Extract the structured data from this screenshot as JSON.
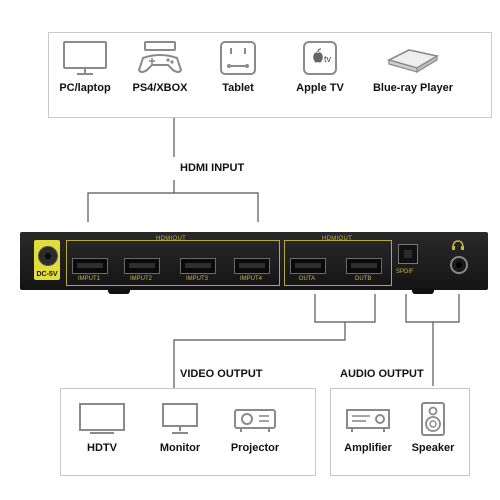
{
  "inputs": {
    "devices": [
      {
        "label": "PC/laptop",
        "icon": "monitor-icon"
      },
      {
        "label": "PS4/XBOX",
        "icon": "game-console-icon"
      },
      {
        "label": "Tablet",
        "icon": "tablet-icon"
      },
      {
        "label": "Apple TV",
        "icon": "apple-tv-icon"
      },
      {
        "label": "Blue-ray Player",
        "icon": "bluray-player-icon"
      }
    ],
    "apple_tv_text": "tv"
  },
  "titles": {
    "hdmi_input": "HDMI INPUT",
    "video_output": "VIDEO OUTPUT",
    "audio_output": "AUDIO OUTPUT"
  },
  "switch": {
    "dc_label": "DC-5V",
    "input_group_title": "HDMIOUT",
    "input_ports": [
      "IMPUT1",
      "IMPUT2",
      "IMPUT3",
      "IMPUT4"
    ],
    "output_group_title": "HDMIOUT",
    "output_ports": [
      "OUTA",
      "OUTB"
    ],
    "spdif_label": "SPDIF"
  },
  "video_outputs": [
    {
      "label": "HDTV",
      "icon": "hdtv-icon"
    },
    {
      "label": "Monitor",
      "icon": "monitor-icon"
    },
    {
      "label": "Projector",
      "icon": "projector-icon"
    }
  ],
  "audio_outputs": [
    {
      "label": "Amplifier",
      "icon": "amplifier-icon"
    },
    {
      "label": "Speaker",
      "icon": "speaker-icon"
    }
  ],
  "colors": {
    "switch_body": "#1c1c1c",
    "accent_gold": "#c8b640",
    "dc_yellow": "#e2dc3c",
    "line": "#555555",
    "icon_stroke": "#8a8a8a"
  }
}
